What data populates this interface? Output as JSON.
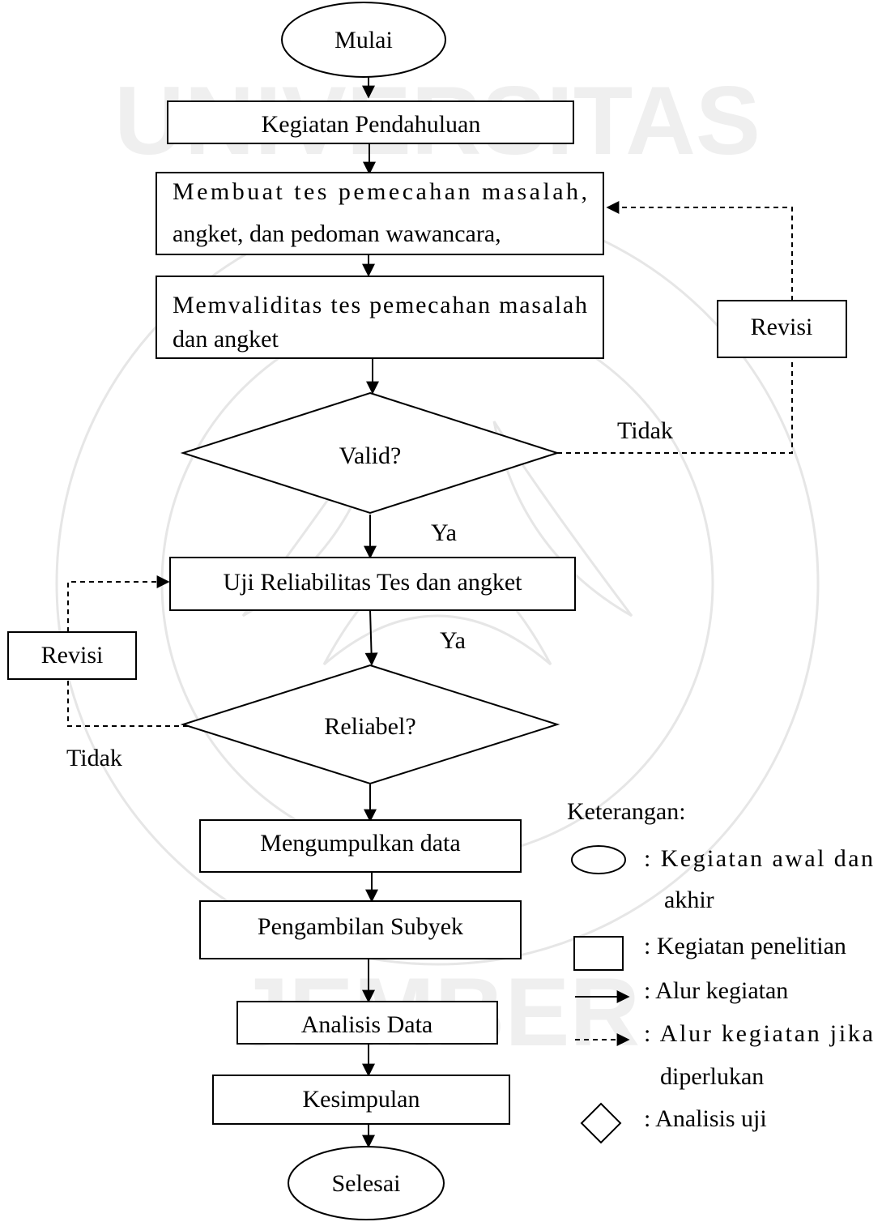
{
  "watermark": {
    "top_text": "UNIVERSITAS",
    "bottom_text": "JEMBER"
  },
  "nodes": {
    "mulai": "Mulai",
    "pendahuluan": "Kegiatan Pendahuluan",
    "membuat_line1": "Membuat tes pemecahan masalah,",
    "membuat_line2": "angket, dan pedoman wawancara,",
    "memvaliditas_line1": "Memvaliditas tes pemecahan masalah",
    "memvaliditas_line2": "dan angket",
    "valid": "Valid?",
    "revisi_right": "Revisi",
    "tidak_right": "Tidak",
    "ya_valid": "Ya",
    "uji_reliabilitas": "Uji Reliabilitas Tes dan angket",
    "ya_reliabel": "Ya",
    "revisi_left": "Revisi",
    "reliabel": "Reliabel?",
    "tidak_left": "Tidak",
    "mengumpulkan": "Mengumpulkan data",
    "pengambilan": "Pengambilan Subyek",
    "analisis": "Analisis Data",
    "kesimpulan": "Kesimpulan",
    "selesai": "Selesai"
  },
  "legend": {
    "title": "Keterangan:",
    "oval_line1": ":  Kegiatan  awal  dan",
    "oval_line2": "akhir",
    "rect": ":  Kegiatan penelitian",
    "arrow": ":  Alur kegiatan",
    "dashed_line1": ":  Alur  kegiatan  jika",
    "dashed_line2": "diperlukan",
    "diamond": ":  Analisis uji"
  }
}
